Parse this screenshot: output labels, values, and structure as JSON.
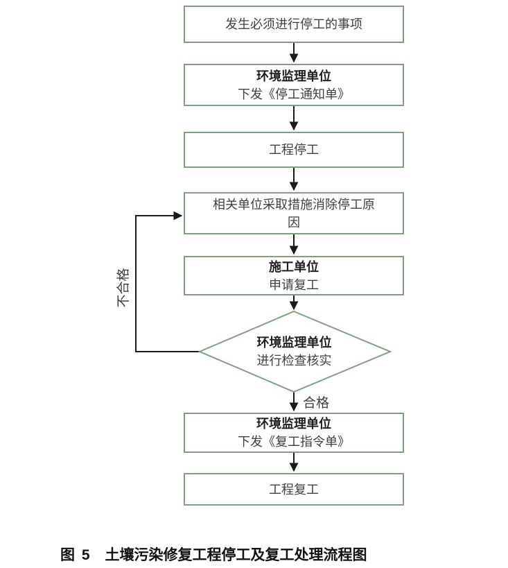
{
  "colors": {
    "border": "#7da081",
    "line": "#1a1a1a",
    "text": "#3f3f3f",
    "emphasis": "#1f1f1f"
  },
  "nodes": {
    "start": {
      "text": "发生必须进行停工的事项"
    },
    "issue_stop_notice": {
      "title": "环境监理单位",
      "subtitle": "下发《停工通知单》"
    },
    "project_stopped": {
      "text": "工程停工"
    },
    "eliminate_causes": {
      "text": "相关单位采取措施消除停工原因"
    },
    "apply_resume": {
      "title": "施工单位",
      "subtitle": "申请复工"
    },
    "inspection": {
      "title": "环境监理单位",
      "subtitle": "进行检查核实"
    },
    "issue_resume_order": {
      "title": "环境监理单位",
      "subtitle": "下发《复工指令单》"
    },
    "project_resumed": {
      "text": "工程复工"
    }
  },
  "edge_labels": {
    "pass": "合格",
    "fail": "不合格"
  },
  "caption": {
    "number": "图 5",
    "title": "土壤污染修复工程停工及复工处理流程图"
  }
}
